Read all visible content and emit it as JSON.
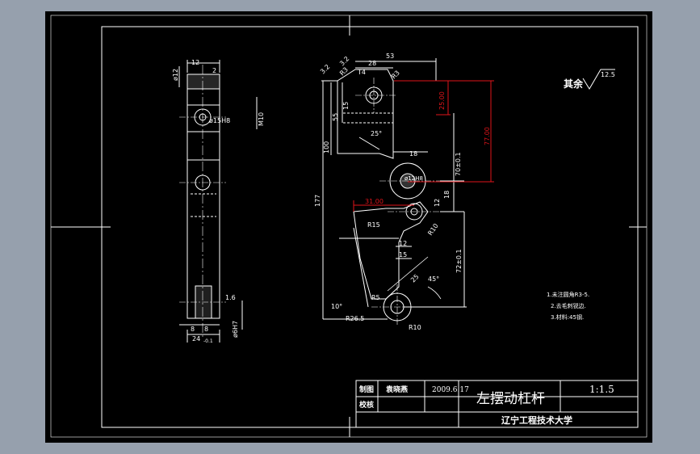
{
  "colors": {
    "viewport_background": "#96a0ad",
    "sheet_background": "#000000",
    "line_color": "#ffffff",
    "accent_dimension": "#e0141a"
  },
  "side_view": {
    "dims": {
      "top_width": "12",
      "top_offset": "2",
      "diameter_12": "ø12",
      "bore": "ø15H8",
      "thread": "M10",
      "chamfer": "1.6",
      "pin_hole": "ø6H7",
      "left_8": "8",
      "right_8": "8",
      "width_24": "24",
      "width_24_tol": "-0.1"
    }
  },
  "front_view": {
    "dims": {
      "r_a": "3.2",
      "r_b": "3.2",
      "r_c": "R3",
      "r_d": "R3",
      "width_53": "53",
      "width_28": "28",
      "t14": "T4",
      "h15": "15",
      "h55": "55",
      "angle_25": "25°",
      "h100": "100",
      "w18": "18",
      "h177": "177",
      "bore_12h8": "ø12H8",
      "h70": "70±0.1",
      "v12": "12",
      "v18": "18",
      "r15": "R15",
      "r10_upper": "R10",
      "w12": "12",
      "w15": "15",
      "h72": "72±0.1",
      "d25": "25",
      "angle_45": "45°",
      "r5": "R5",
      "angle_10": "10°",
      "r26_5": "R26.5",
      "r10_lower": "R10"
    },
    "red_dims": {
      "h25": "25.00",
      "h77": "77.00",
      "w31": "31.00"
    }
  },
  "surface_finish": {
    "label": "其余",
    "value": "12.5"
  },
  "notes": [
    "1.未注圆角R3-5.",
    "2.去毛刺锐边.",
    "3.材料:45钢."
  ],
  "title_block": {
    "drawn_label": "制图",
    "drawer": "袁晓燕",
    "date": "2009.6.17",
    "checked_label": "校核",
    "part_name": "左摆动杠杆",
    "scale": "1:1.5",
    "institution": "辽宁工程技术大学"
  }
}
